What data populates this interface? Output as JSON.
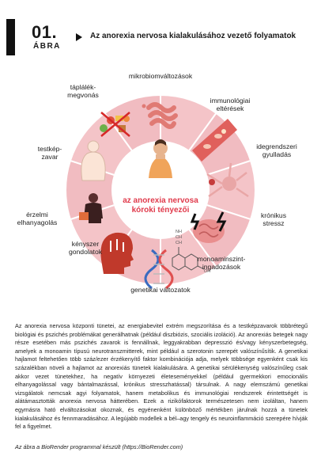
{
  "figure": {
    "number": "01.",
    "word": "ÁBRA",
    "title": "Az anorexia nervosa kialakulásához vezető folyamatok"
  },
  "diagram": {
    "center_line1": "az anorexia nervosa",
    "center_line2": "kóroki tényezői",
    "segments": [
      {
        "label": "mikrobiomváltozások"
      },
      {
        "label": "immunológiai eltérések"
      },
      {
        "label": "idegrendszeri gyulladás"
      },
      {
        "label": "krónikus stressz"
      },
      {
        "label": "monoaminszint-ingadozások"
      },
      {
        "label": "genetikai változatok"
      },
      {
        "label": "kényszer gondolatok"
      },
      {
        "label": "érzelmi elhanyagolás"
      },
      {
        "label": "testkép-zavar"
      },
      {
        "label": "táplálék-megvonás"
      }
    ],
    "molecule_labels": [
      "NH",
      "CH",
      "CH",
      "OH"
    ],
    "colors": {
      "ring": "#f4c4c8",
      "ring_dark": "#e8a6ac",
      "center_text": "#e03a4b"
    }
  },
  "text": {
    "paragraph": "Az anorexia nervosa központi tünetei, az energiabevitel extrém megszorítása és a testképzavarok többrétegű biológiai és pszichés problémákat generálhatnak (például diszbiózis, szociális izoláció). Az anorexiás betegek nagy része esetében más pszichés zavarok is fennállnak, leggyakrabban depresszió és/vagy kényszerbetegség, amelyek a monoamin típusú neurotranszmitterek, mint például a szerotonin szerepét valószínűsítik. A genetikai hajlamot feltehetően több száz/ezer érzékenyítő faktor kombinációja adja, melyek többsége egyenként csak kis százalékban növeli a hajlamot az anorexiás tünetek kialakulására. A genetikai sérülékenység valószínűleg csak akkor vezet tünetekhez, ha negatív környezeti életeseményekkel (például gyermekkori emocionális elhanyagolással vagy bántalmazással, krónikus stresszhatással) társulnak. A nagy elemszámú genetikai vizsgálatok nemcsak agyi folyamatok, hanem metabolikus és immunológiai rendszerek érintettségét is alátámasztották anorexia nervosa hátterében. Ezek a rizikófaktorok természetesen nem izoláltan, hanem egymásra ható elváltozásokat okoznak, és egyénenként különböző mértékben járulnak hozzá a tünetek kialakulásához és fennmaradásához. A legújabb modellek a bél–agy tengely és neuroinflammáció szerepére hívják fel a figyelmet.",
    "credit": "Az ábra a BioRender programmal készült (https://BioRender.com)"
  }
}
